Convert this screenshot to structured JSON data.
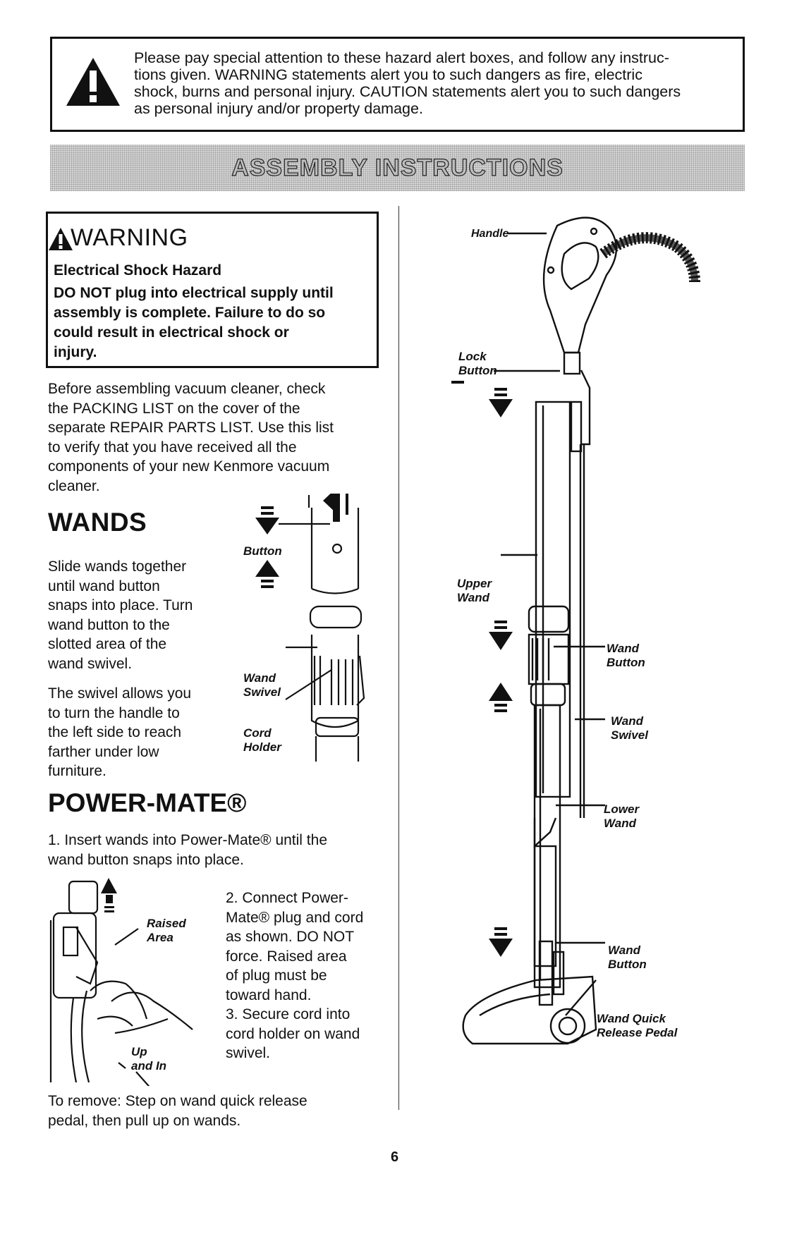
{
  "hazard": {
    "lines": [
      "Please pay special attention to these hazard alert boxes, and follow any instruc-",
      "tions given. WARNING statements alert you to such dangers as fire, electric",
      "shock, burns and personal injury. CAUTION statements alert you to such dangers",
      "as personal injury and/or property damage."
    ]
  },
  "banner_title": "ASSEMBLY INSTRUCTIONS",
  "warning": {
    "title": "WARNING",
    "subtitle": "Electrical Shock Hazard",
    "body_lines": [
      "DO NOT plug into electrical supply until",
      "assembly is complete. Failure to do so",
      "could result in electrical shock or",
      "injury."
    ]
  },
  "intro": {
    "lines": [
      "Before assembling vacuum cleaner, check",
      "the PACKING LIST on the cover of the",
      "separate REPAIR PARTS LIST. Use this list",
      "to verify that you have received all the",
      "components of your new Kenmore vacuum",
      "cleaner."
    ]
  },
  "wands": {
    "heading": "WANDS",
    "p1_lines": [
      "Slide wands together",
      "until wand button",
      "snaps into place. Turn",
      "wand button to the",
      "slotted area of the",
      "wand swivel."
    ],
    "p2_lines": [
      "The swivel allows you",
      "to turn the handle to",
      "the left side to reach",
      "farther under low",
      "furniture."
    ],
    "labels": {
      "button": "Button",
      "wand_swivel": [
        "Wand",
        "Swivel"
      ],
      "cord_holder": [
        "Cord",
        "Holder"
      ]
    }
  },
  "powermate": {
    "heading": "POWER-MATE®",
    "step1_lines": [
      "1. Insert wands into Power-Mate® until the",
      "wand button snaps into place."
    ],
    "step2_lines": [
      "2. Connect Power-",
      "Mate® plug and cord",
      "as shown. DO NOT",
      "force. Raised area",
      "of plug must be",
      "toward hand."
    ],
    "step3_lines": [
      "3. Secure cord into",
      "cord holder on wand",
      "swivel."
    ],
    "labels": {
      "raised_area": [
        "Raised",
        "Area"
      ],
      "up_and_in": [
        "Up",
        "and In"
      ]
    }
  },
  "remove": {
    "lines": [
      "To remove: Step on wand quick release",
      "pedal, then pull up on wands."
    ]
  },
  "diagram_labels": {
    "handle": "Handle",
    "lock_button": [
      "Lock",
      "Button"
    ],
    "upper_wand": [
      "Upper",
      "Wand"
    ],
    "wand_button": [
      "Wand",
      "Button"
    ],
    "wand_swivel": [
      "Wand",
      "Swivel"
    ],
    "lower_wand": [
      "Lower",
      "Wand"
    ],
    "wand_button_2": [
      "Wand",
      "Button"
    ],
    "release_pedal": [
      "Wand Quick",
      "Release Pedal"
    ]
  },
  "page_number": "6"
}
